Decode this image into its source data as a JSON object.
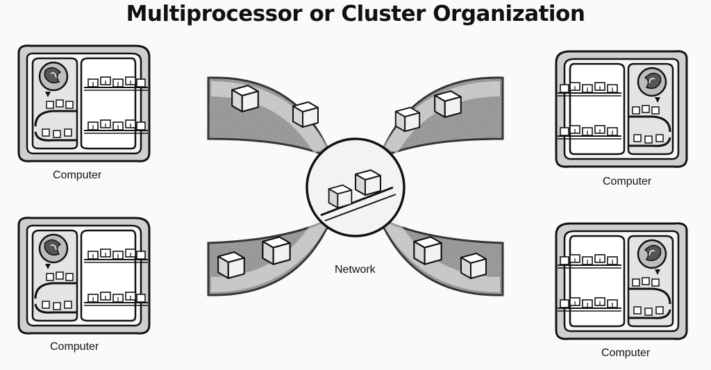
{
  "title": "Multiprocessor or Cluster Organization",
  "network_label": "Network",
  "computers": [
    {
      "label": "Computer"
    },
    {
      "label": "Computer"
    },
    {
      "label": "Computer"
    },
    {
      "label": "Computer"
    }
  ]
}
